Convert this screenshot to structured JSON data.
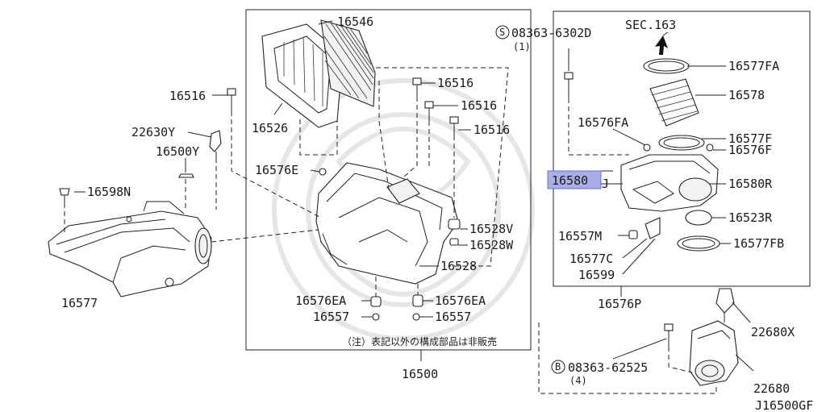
{
  "diagram": {
    "figure_code": "J16500GF",
    "note": "（注）表記以外の構成部品は非販売",
    "highlighted_part": "16580J",
    "labels": {
      "p16546": "16546",
      "p16526": "16526",
      "p16516_a": "16516",
      "p16516_b": "16516",
      "p16516_c": "16516",
      "p16516_d": "16516",
      "p22630Y": "22630Y",
      "p16500Y": "16500Y",
      "p16598N": "16598N",
      "p16576E": "16576E",
      "p16577": "16577",
      "p16528V": "16528V",
      "p16528W": "16528W",
      "p16528": "16528",
      "p16576EA_a": "16576EA",
      "p16576EA_b": "16576EA",
      "p16557_a": "16557",
      "p16557_b": "16557",
      "p16500": "16500",
      "bolt_s": "08363-6302D",
      "bolt_s_qty": "(1)",
      "bolt_b": "08363-62525",
      "bolt_b_qty": "(4)",
      "sec": "SEC.163",
      "p16577FA": "16577FA",
      "p16578": "16578",
      "p16576FA": "16576FA",
      "p16577F": "16577F",
      "p16576F": "16576F",
      "p16580J_a": "16580",
      "p16580J_b": "J",
      "p16580R": "16580R",
      "p16523R": "16523R",
      "p16557M": "16557M",
      "p16577FB": "16577FB",
      "p16577C": "16577C",
      "p16599": "16599",
      "p16576P": "16576P",
      "p22680X": "22680X",
      "p22680": "22680"
    }
  }
}
